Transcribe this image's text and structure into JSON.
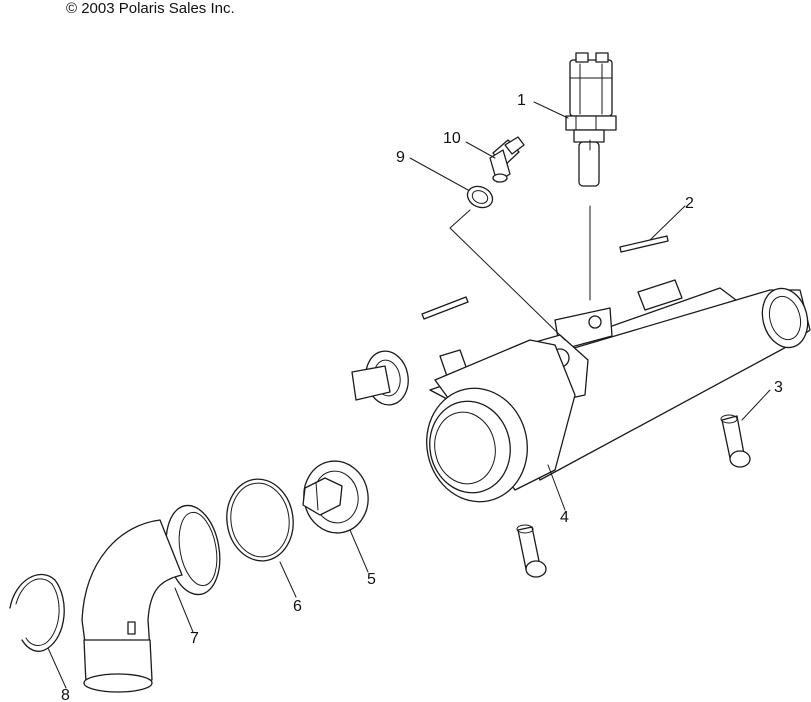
{
  "copyright": "© 2003 Polaris Sales Inc.",
  "callouts": [
    {
      "id": "1",
      "label": "1"
    },
    {
      "id": "2",
      "label": "2"
    },
    {
      "id": "3",
      "label": "3"
    },
    {
      "id": "4",
      "label": "4"
    },
    {
      "id": "5",
      "label": "5"
    },
    {
      "id": "6",
      "label": "6"
    },
    {
      "id": "7",
      "label": "7"
    },
    {
      "id": "8",
      "label": "8"
    },
    {
      "id": "9",
      "label": "9"
    },
    {
      "id": "10",
      "label": "10"
    }
  ]
}
